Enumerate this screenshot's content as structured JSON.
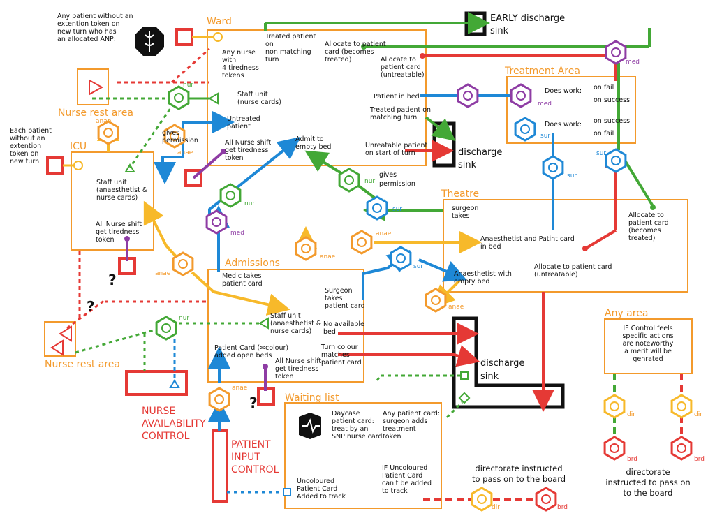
{
  "colors": {
    "orange": "#f39a2c",
    "green": "#43a836",
    "blue": "#1e88d6",
    "purple": "#8e3ca4",
    "red": "#e53935",
    "yellow": "#f7b92a",
    "black": "#111111"
  },
  "areas": {
    "ward": "Ward",
    "treatment": "Treatment Area",
    "icu": "ICU",
    "nurse_rest_1": "Nurse rest area",
    "nurse_rest_2": "Nurse rest area",
    "theatre": "Theatre",
    "admissions": "Admissions",
    "waiting": "Waiting list",
    "any_area": "Any area"
  },
  "sinks": {
    "early": [
      "EARLY discharge",
      "sink"
    ],
    "discharge": [
      "discharge",
      "sink"
    ]
  },
  "controls": {
    "nurse": [
      "NURSE",
      "AVAILABILITY",
      "CONTROL"
    ],
    "patient": [
      "PATIENT",
      "INPUT",
      "CONTROL"
    ]
  },
  "tags": {
    "nur": "nur",
    "anae": "anae",
    "med": "med",
    "sur": "sur",
    "dir": "dir",
    "brd": "brd"
  },
  "texts": {
    "anp_note": [
      "Any patient without an",
      "extention token on",
      "new turn who has",
      "an allocated ANP:"
    ],
    "each_patient": [
      "Each patient",
      "without an",
      "extention",
      "token on",
      "new turn"
    ],
    "any_nurse": [
      "Any nurse",
      "with",
      "4 tiredness",
      "tokens"
    ],
    "treated_non": [
      "Treated patient",
      "on",
      "non matching",
      "turn"
    ],
    "alloc_treated": [
      "Allocate to patient",
      "card (becomes",
      "treated)"
    ],
    "alloc_untreat": [
      "Allocate to",
      "patient card",
      "(untreatable)"
    ],
    "staff_nurse": [
      "Staff unit",
      "(nurse cards)"
    ],
    "patient_bed": "Patient in bed",
    "treated_match": [
      "Treated patient on",
      "matching turn"
    ],
    "untreated": [
      "Untreated",
      "patient"
    ],
    "gives_perm": [
      "gives",
      "permission"
    ],
    "ward_tired": [
      "All Nurse shift",
      "get tiredness",
      "token"
    ],
    "admit_bed": [
      "Admit to",
      "empty bed"
    ],
    "unreatable": [
      "Unreatable patient",
      "on start of turn"
    ],
    "gives_perm2": [
      "gives",
      "permission"
    ],
    "does_work": "Does work:",
    "on_fail": "on fail",
    "on_success": "on success",
    "icu_staff": [
      "Staff unit",
      "(anaesthetist &",
      "nurse cards)"
    ],
    "icu_tired": [
      "All Nurse shift",
      "get tiredness",
      "token"
    ],
    "surgeon_takes": [
      "surgeon",
      "takes"
    ],
    "theatre_alloc": [
      "Allocate to",
      "patient card",
      "(becomes",
      "treated)"
    ],
    "anae_patint": [
      "Anaesthetist and Patint card",
      "in bed"
    ],
    "anae_empty": [
      "Anaesthetist with",
      "empty bed"
    ],
    "alloc_untreat2": [
      "Allocate to patient card",
      "(untreatable)"
    ],
    "medic_takes": [
      "Medic takes",
      "patient card"
    ],
    "surgeon_takes2": [
      "Surgeon",
      "takes",
      "patient card"
    ],
    "adm_staff": [
      "Staff unit",
      "(anaesthetist &",
      "nurse cards)"
    ],
    "no_bed": [
      "No available",
      "bed"
    ],
    "turn_colour": [
      "Turn colour",
      "matches",
      "patient card"
    ],
    "patient_card_added": [
      "Patient Card (≍colour)",
      "added open beds"
    ],
    "adm_tired": [
      "All Nurse shift",
      "get tiredness",
      "token"
    ],
    "daycase": [
      "Daycase",
      "patient card:",
      "treat by an",
      "SNP nurse card"
    ],
    "any_patient_card": [
      "Any patient card:",
      "surgeon adds",
      "treatment",
      "token"
    ],
    "if_uncoloured": [
      "IF Uncoloured",
      "Patient Card",
      "can't be added",
      "to track"
    ],
    "uncoloured": [
      "Uncoloured",
      "Patient Card",
      "Added to track"
    ],
    "directorate1": [
      "directorate instructed",
      "to pass on to the board"
    ],
    "any_area_note": [
      "IF Control feels",
      "specific actions",
      "are noteworthy",
      "a merit will be",
      "genrated"
    ],
    "directorate2": [
      "directorate",
      "instructed to pass on",
      "to the board"
    ],
    "question": "?"
  }
}
